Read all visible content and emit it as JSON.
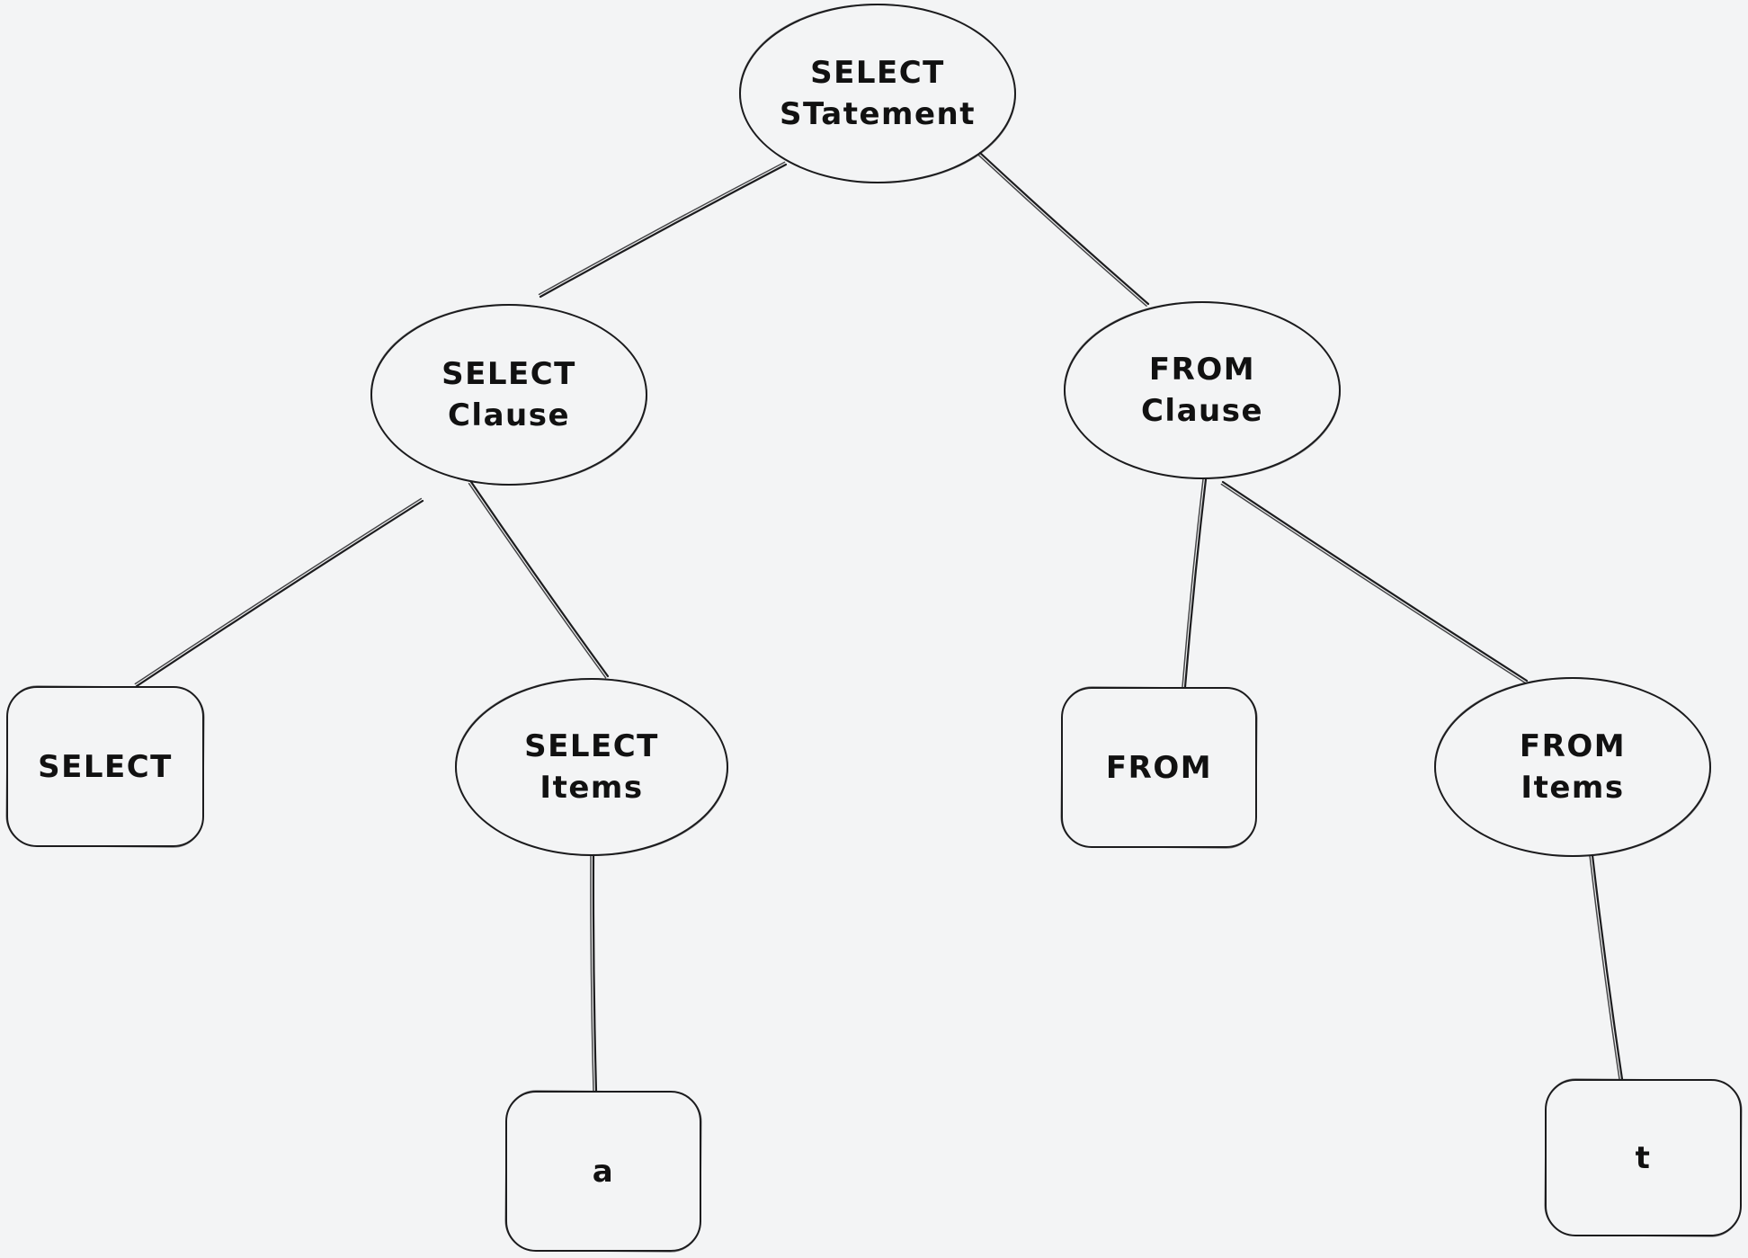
{
  "diagram": {
    "type": "tree",
    "colors": {
      "background": "#f3f4f5",
      "stroke": "#1c1c1e",
      "text": "#111111"
    },
    "nodes": [
      {
        "id": "select-statement",
        "shape": "ellipse",
        "lines": [
          "SELECT",
          "STatement"
        ]
      },
      {
        "id": "select-clause",
        "shape": "ellipse",
        "lines": [
          "SELECT",
          "Clause"
        ]
      },
      {
        "id": "from-clause",
        "shape": "ellipse",
        "lines": [
          "FROM",
          "Clause"
        ]
      },
      {
        "id": "select-keyword",
        "shape": "rect",
        "lines": [
          "SELECT"
        ]
      },
      {
        "id": "select-items",
        "shape": "ellipse",
        "lines": [
          "SELECT",
          "Items"
        ]
      },
      {
        "id": "from-keyword",
        "shape": "rect",
        "lines": [
          "FROM"
        ]
      },
      {
        "id": "from-items",
        "shape": "ellipse",
        "lines": [
          "FROM",
          "Items"
        ]
      },
      {
        "id": "item-a",
        "shape": "rect",
        "lines": [
          "a"
        ]
      },
      {
        "id": "table-t",
        "shape": "rect",
        "lines": [
          "t"
        ]
      }
    ],
    "edges": [
      {
        "from": "select-statement",
        "to": "select-clause"
      },
      {
        "from": "select-statement",
        "to": "from-clause"
      },
      {
        "from": "select-clause",
        "to": "select-keyword"
      },
      {
        "from": "select-clause",
        "to": "select-items"
      },
      {
        "from": "from-clause",
        "to": "from-keyword"
      },
      {
        "from": "from-clause",
        "to": "from-items"
      },
      {
        "from": "select-items",
        "to": "item-a"
      },
      {
        "from": "from-items",
        "to": "table-t"
      }
    ]
  }
}
